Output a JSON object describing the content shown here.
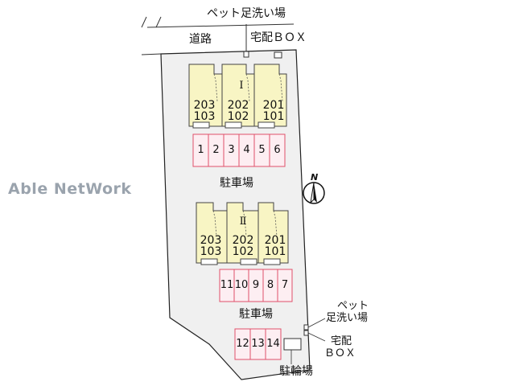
{
  "watermark": "Able NetWork",
  "labels": {
    "pet_wash_top": "ペット足洗い場",
    "road": "道路",
    "delivery_box_top": "宅配ＢＯＸ",
    "parking_1": "駐車場",
    "parking_2": "駐車場",
    "pet_wash_bottom_1": "ペット",
    "pet_wash_bottom_2": "足洗い場",
    "delivery_box_bottom_1": "宅配",
    "delivery_box_bottom_2": "ＢＯＸ",
    "bicycle_parking": "駐輪場",
    "compass_n": "N"
  },
  "building_1": {
    "name": "Ⅰ",
    "units": [
      {
        "upper": "203",
        "lower": "103"
      },
      {
        "upper": "202",
        "lower": "102"
      },
      {
        "upper": "201",
        "lower": "101"
      }
    ]
  },
  "building_2": {
    "name": "Ⅱ",
    "units": [
      {
        "upper": "203",
        "lower": "103"
      },
      {
        "upper": "202",
        "lower": "102"
      },
      {
        "upper": "201",
        "lower": "101"
      }
    ]
  },
  "parking_row_1": [
    "1",
    "2",
    "3",
    "4",
    "5",
    "6"
  ],
  "parking_row_2": [
    "11",
    "10",
    "9",
    "8",
    "7"
  ],
  "parking_row_3": [
    "12",
    "13",
    "14"
  ],
  "colors": {
    "lot": "#f0f0f0",
    "building": "#f8f5c4",
    "parking": "#fdeef2",
    "parking_border": "#e0506a"
  }
}
